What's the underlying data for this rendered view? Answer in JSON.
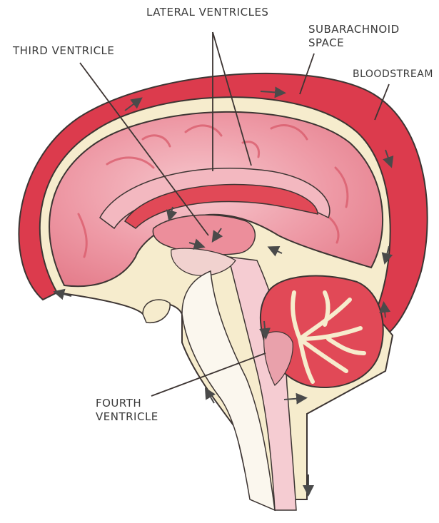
{
  "labels": {
    "lateral_ventricles": "LATERAL VENTRICLES",
    "third_ventricle": "THIRD VENTRICLE",
    "subarachnoid_space": "SUBARACHNOID\nSPACE",
    "bloodstream": "BLOODSTREAM",
    "fourth_ventricle": "FOURTH\nVENTRICLE"
  },
  "colors": {
    "bloodstream": "#dc3b4d",
    "csf_space": "#f6eccd",
    "brain_tissue": "#ec8e9b",
    "brain_light": "#f3b8c0",
    "ventricle": "#e14957",
    "brainstem": "#f5ccd2",
    "outline": "#3d3533"
  }
}
